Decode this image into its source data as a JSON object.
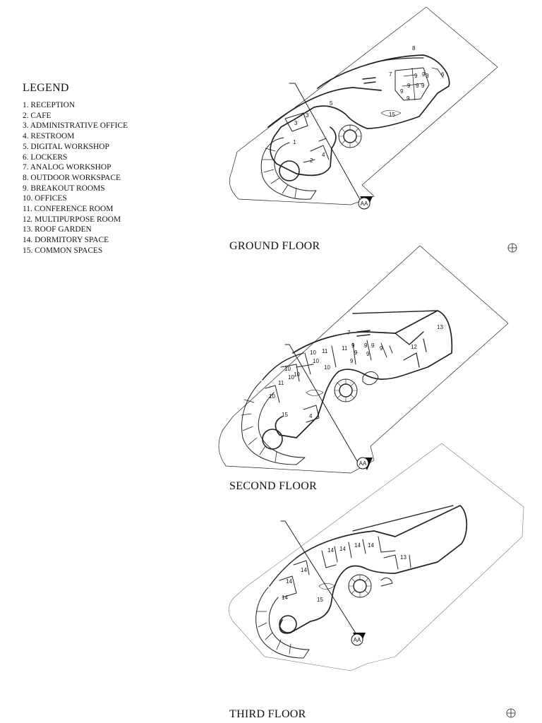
{
  "legend": {
    "title": "LEGEND",
    "items": [
      "1.  RECEPTION",
      "2. CAFE",
      "3. ADMINISTRATIVE OFFICE",
      "4. RESTROOM",
      "5. DIGITAL WORKSHOP",
      "6. LOCKERS",
      "7. ANALOG WORKSHOP",
      "8. OUTDOOR WORKSPACE",
      "9. BREAKOUT ROOMS",
      "10. OFFICES",
      "11. CONFERENCE ROOM",
      "12. MULTIPURPOSE ROOM",
      "13. ROOF GARDEN",
      "14. DORMITORY SPACE",
      "15. COMMON SPACES"
    ]
  },
  "floors": [
    {
      "title": "GROUND FLOOR",
      "section_marker": "AA",
      "room_labels": [
        "8",
        "7",
        "9",
        "9",
        "3",
        "6",
        "9",
        "9",
        "9",
        "9",
        "9",
        "5",
        "15",
        "3",
        "3",
        "1",
        "4",
        "2"
      ]
    },
    {
      "title": "SECOND FLOOR",
      "section_marker": "AA",
      "room_labels": [
        "13",
        "7",
        "9",
        "9",
        "9",
        "9",
        "9",
        "9",
        "9",
        "12",
        "10",
        "10",
        "10",
        "11",
        "11",
        "10",
        "10",
        "10",
        "11",
        "10",
        "15",
        "4"
      ]
    },
    {
      "title": "THIRD FLOOR",
      "section_marker": "AA",
      "room_labels": [
        "14",
        "14",
        "14",
        "14",
        "13",
        "14",
        "14",
        "14",
        "15"
      ]
    }
  ]
}
